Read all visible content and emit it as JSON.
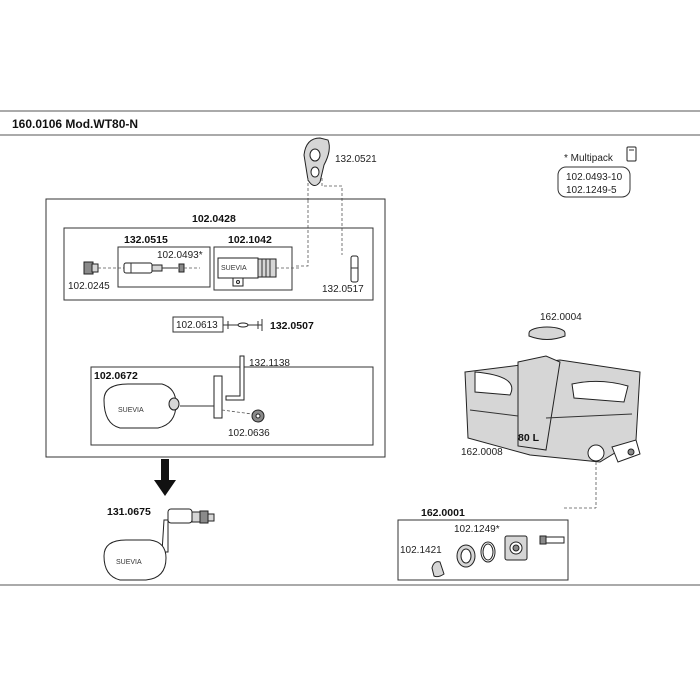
{
  "title": "160.0106 Mod.WT80-N",
  "multipack": {
    "label": "* Multipack",
    "items": [
      "102.0493-10",
      "102.1249-5"
    ]
  },
  "float_valve": {
    "assembly": "102.0428",
    "sub_valve": "132.0515",
    "sub_body": "102.1042",
    "seal_star": "102.0493*",
    "nut_part": "102.0245",
    "bracket_top": "132.0521",
    "pin_right": "132.0517",
    "pin_part": "102.0613",
    "pin_set": "132.0507",
    "rod": "132.1138",
    "float_set": "102.0672",
    "float_nut": "102.0636",
    "brand": "SUEVIA"
  },
  "alternative": {
    "label": "131.0675",
    "brand": "SUEVIA"
  },
  "tank": {
    "lid": "162.0004",
    "body": "162.0008",
    "capacity": "80 L"
  },
  "drain": {
    "assembly": "162.0001",
    "seal_star": "102.1249*",
    "plug": "102.1421"
  }
}
